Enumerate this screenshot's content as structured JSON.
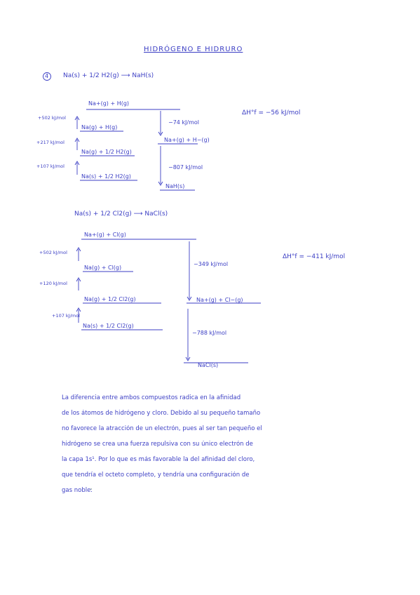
{
  "document": {
    "title": "HIDRÓGENO E HIDRURO",
    "item_marker": "4",
    "diagram1": {
      "equation": "Na(s) + 1/2 H2(g) ⟶ NaH(s)",
      "top": "Na+(g) + H(g)",
      "step1_label": "+502 kJ/mol",
      "level2": "Na(g) + H(g)",
      "step2_label": "+217 kJ/mol",
      "level3": "Na(g) + 1/2 H2(g)",
      "step3_label": "+107 kJ/mol",
      "bottom_left": "Na(s) + 1/2 H2(g)",
      "right_step1_label": "−74 kJ/mol",
      "right_level": "Na+(g) + H−(g)",
      "right_step2_label": "−807 kJ/mol",
      "product": "NaH(s)",
      "enthalpy": "ΔH°f = −56 kJ/mol"
    },
    "diagram2": {
      "equation": "Na(s) + 1/2 Cl2(g) ⟶ NaCl(s)",
      "top": "Na+(g) + Cl(g)",
      "step1_label": "+502 kJ/mol",
      "level2": "Na(g) + Cl(g)",
      "step2_label": "+120 kJ/mol",
      "level3": "Na(g) + 1/2 Cl2(g)",
      "step3_label": "+107 kJ/mol",
      "bottom_left": "Na(s) + 1/2 Cl2(g)",
      "right_step1_label": "−349 kJ/mol",
      "right_level": "Na+(g) + Cl−(g)",
      "right_step2_label": "−788 kJ/mol",
      "product": "NaCl(s)",
      "enthalpy": "ΔH°f = −411 kJ/mol"
    },
    "paragraph": [
      "La diferencia entre ambos compuestos radica en la afinidad",
      "de los átomos de hidrógeno y cloro. Debido al su pequeño tamaño",
      "no favorece la atracción de un electrón, pues al ser tan pequeño el",
      "hidrógeno se crea una fuerza repulsiva con su único electrón de",
      "la capa 1s¹. Por lo que es más favorable la del afinidad del cloro,",
      "que tendría el octeto completo, y tendría una configuración de",
      "gas noble."
    ]
  }
}
